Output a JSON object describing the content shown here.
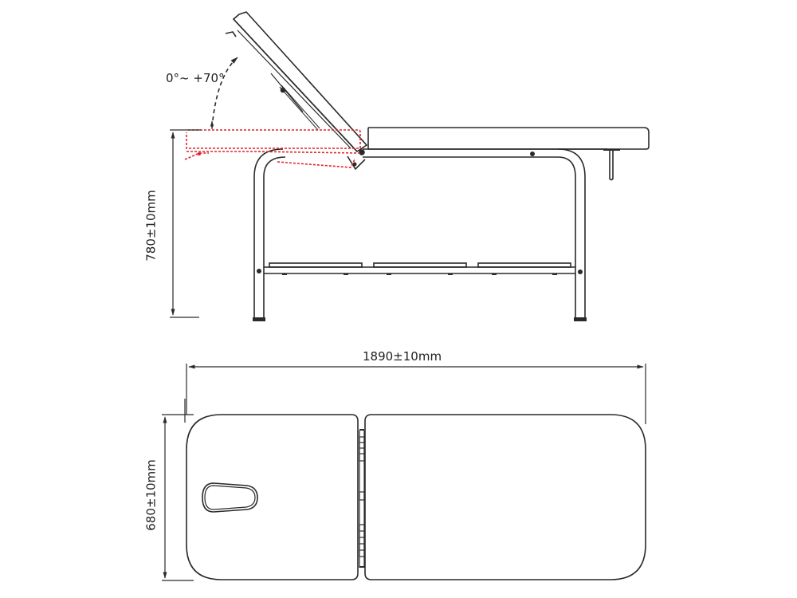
{
  "diagram": {
    "subject": "massage table technical drawing",
    "views": [
      {
        "name": "side-view",
        "description": "side elevation with adjustable backrest"
      },
      {
        "name": "top-view",
        "description": "plan view with face hole"
      }
    ],
    "annotations": {
      "backrest_angle": "0°~ +70°",
      "height": "780±10mm",
      "length": "1890±10mm",
      "width": "680±10mm"
    },
    "colors": {
      "line": "#2a2a2a",
      "range_indicator": "#e0242a",
      "background": "#ffffff"
    }
  }
}
